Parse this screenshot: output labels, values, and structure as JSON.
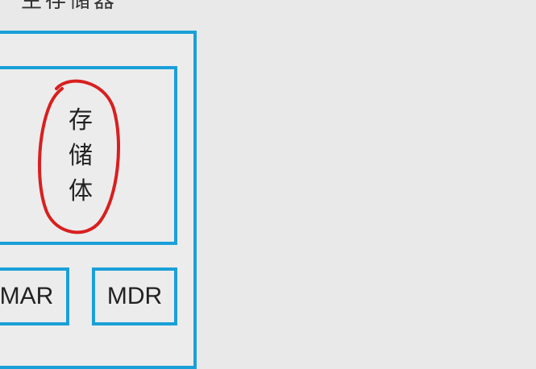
{
  "diagram": {
    "title": "主存储器",
    "storage_label": [
      "存",
      "储",
      "体"
    ],
    "registers": {
      "mar": "MAR",
      "mdr": "MDR"
    },
    "colors": {
      "box_border": "#1aa0d8",
      "annotation": "#d91f1f",
      "background": "#e9e9e9",
      "text": "#222222"
    }
  }
}
